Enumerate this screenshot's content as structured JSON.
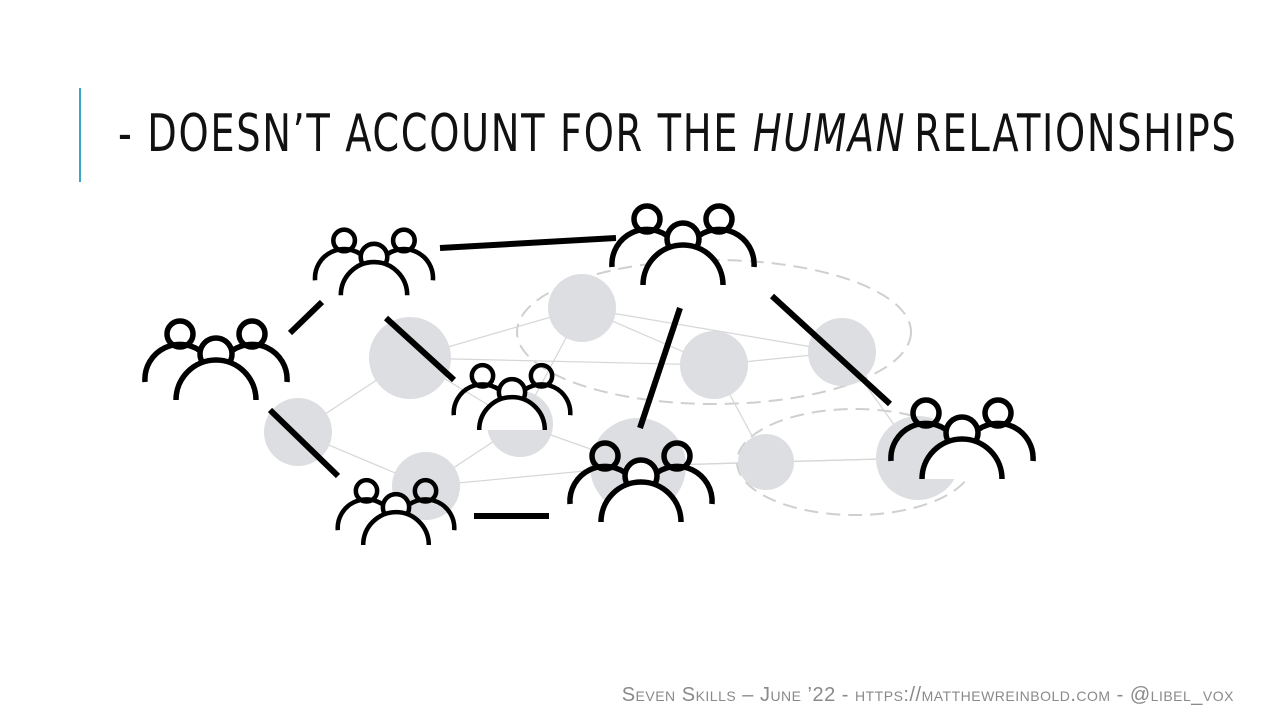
{
  "slide": {
    "title_prefix": "- DOESN’T ACCOUNT FOR THE ",
    "title_emphasis": "HUMAN",
    "title_suffix": "RELATIONSHIPS",
    "footer": "Seven Skills – June ’22 - https://matthewreinbold.com - @libel_vox"
  },
  "colors": {
    "accent": "#3aa6c9",
    "title_text": "#111111",
    "icon_stroke": "#000000",
    "background_node": "#dcdee1",
    "dashed_cluster": "#cfcfcf",
    "footer_text": "#8a8a8a"
  },
  "icons": {
    "group": "people-group-icon"
  }
}
